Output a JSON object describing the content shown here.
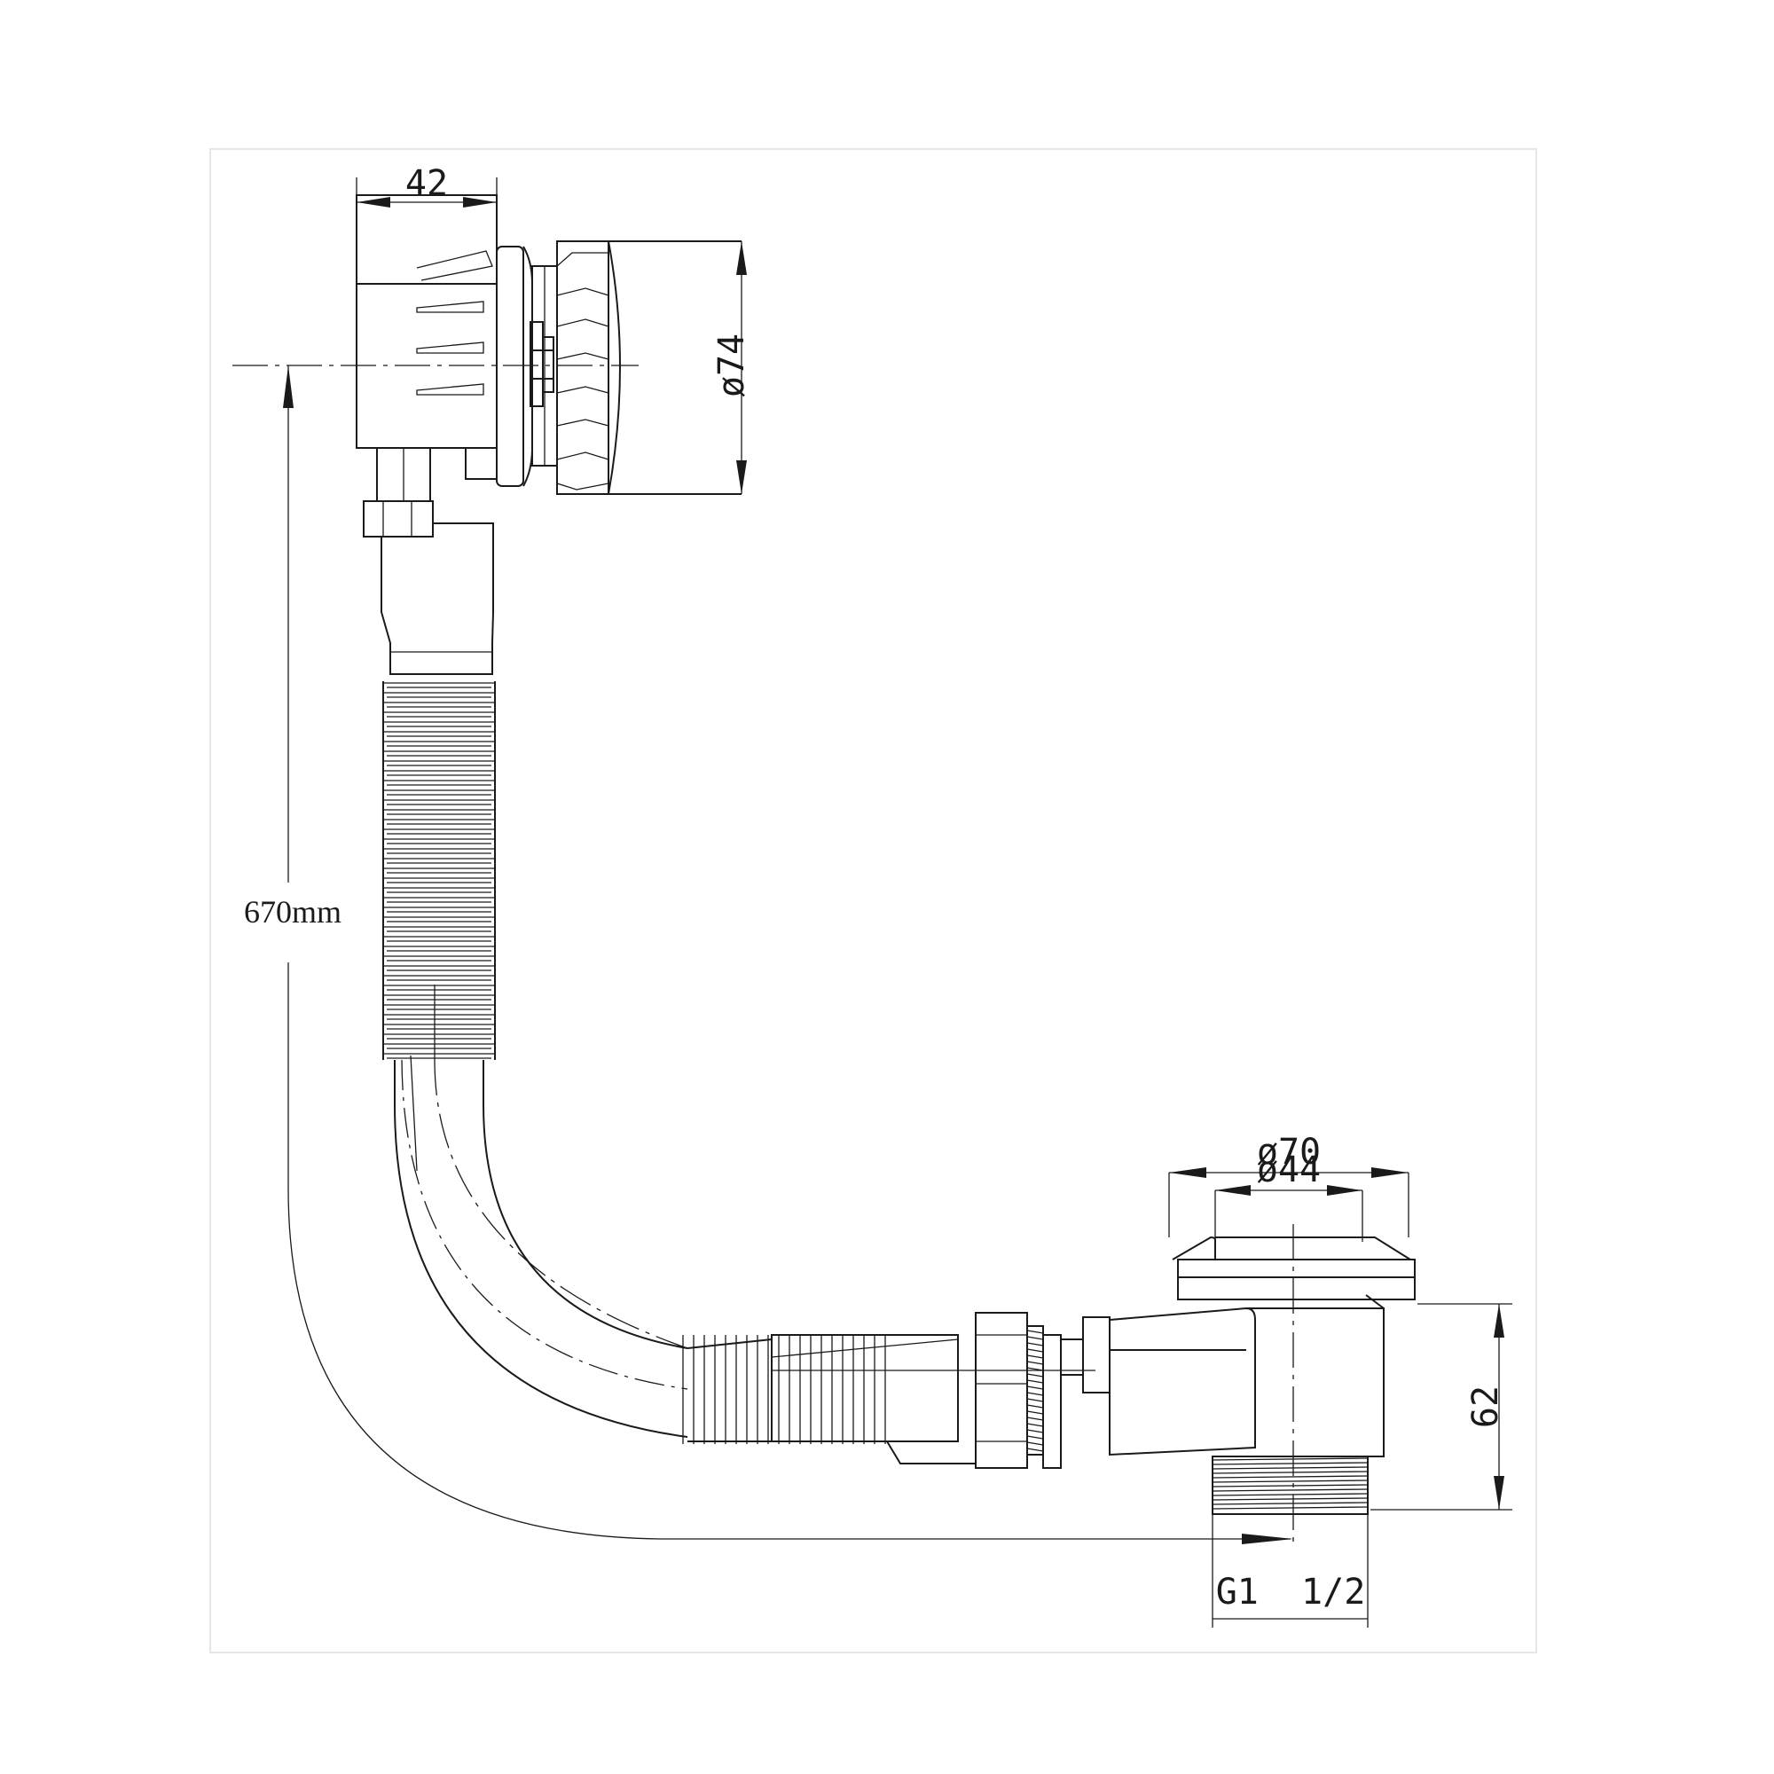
{
  "diagram": {
    "dimensions": {
      "overflow_width": "42",
      "overflow_diameter": "ø74",
      "total_length": "670mm",
      "waste_plug_diameter": "ø70",
      "waste_inner_diameter": "ø44",
      "waste_height": "62",
      "thread_size": "G1  1/2"
    }
  }
}
